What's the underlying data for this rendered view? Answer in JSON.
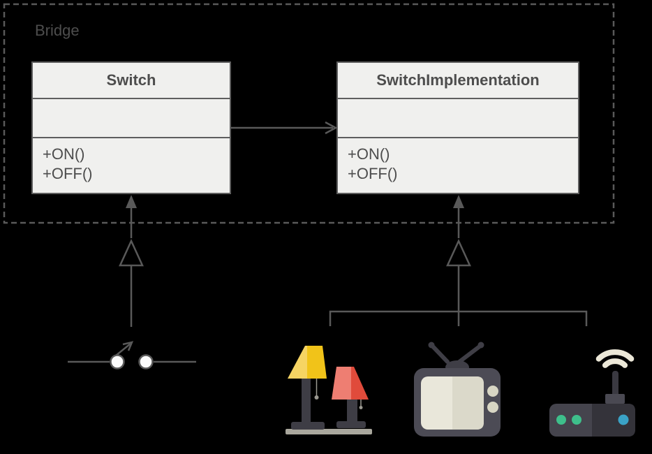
{
  "frame": {
    "label": "Bridge"
  },
  "classes": [
    {
      "name": "Switch",
      "attributes": [],
      "methods": [
        "+ON()",
        "+OFF()"
      ]
    },
    {
      "name": "SwitchImplementation",
      "attributes": [],
      "methods": [
        "+ON()",
        "+OFF()"
      ]
    }
  ],
  "relationships": [
    {
      "type": "association-arrow",
      "from": "Switch",
      "to": "SwitchImplementation"
    },
    {
      "type": "generalization-arrow",
      "from": "electrical-switch-icon",
      "to": "Switch"
    },
    {
      "type": "generalization-arrow",
      "from": "device-icons",
      "to": "SwitchImplementation"
    }
  ],
  "icons": [
    "electrical-switch-icon",
    "yellow-lamp-icon",
    "red-lamp-icon",
    "tv-icon",
    "router-icon",
    "wifi-signal-icon"
  ],
  "colors": {
    "background": "#000000",
    "line": "#595959",
    "box_fill": "#f0f0ee",
    "box_border": "#5e5e5e",
    "text": "#4d4d4d",
    "switch_node": "#fbfbfb",
    "lamp_post": "#3e3d45",
    "lamp_yellow_light": "#f6d463",
    "lamp_yellow_dark": "#f1c319",
    "lamp_red_light": "#ee7e72",
    "lamp_red_dark": "#e04b3b",
    "chain": "#9b9991",
    "platform": "#a9a79d",
    "tv_body": "#4c4b55",
    "tv_antenna": "#3f3e46",
    "tv_screen_light": "#e9e7da",
    "tv_screen_dark": "#dbd9ca",
    "tv_knob": "#d8d6c4",
    "router_body_light": "#45444d",
    "router_body_dark": "#34333a",
    "router_mount": "#4a4952",
    "router_rod": "#3a3941",
    "led_green": "#3ebf8b",
    "led_blue": "#3aa2c6",
    "wifi": "#ece8d8"
  }
}
